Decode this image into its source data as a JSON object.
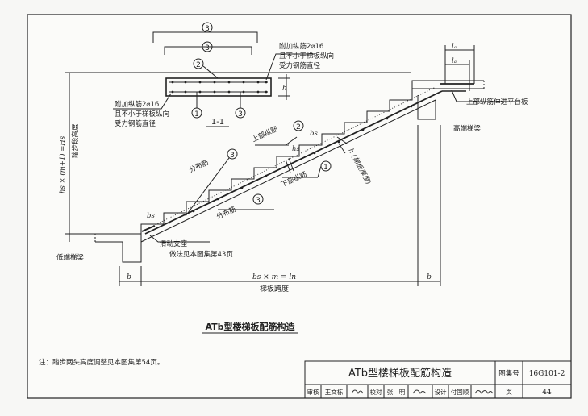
{
  "drawing": {
    "caption": "ATb型楼梯板配筋构造",
    "note": "注：踏步两头高度调整见本图集第54页。",
    "section": {
      "title": "1-1",
      "callout_1": "①",
      "callout_2": "②",
      "callout_3": "③",
      "dim_h": "h",
      "note_lines": [
        "附加纵筋2⌀16",
        "且不小于梯板纵向",
        "受力钢筋直径"
      ]
    },
    "top_note_lines": [
      "附加纵筋2⌀16",
      "且不小于梯板纵向",
      "受力钢筋直径"
    ],
    "labels": {
      "upper_rebar": "上部纵筋",
      "lower_rebar": "下部纵筋",
      "dist_rebar_1": "分布筋",
      "dist_rebar_2": "分布筋",
      "high_beam": "高端梯梁",
      "low_beam": "低端梯梁",
      "upper_extend": "上部纵筋伸进平台板",
      "slide_1": "滑动支座",
      "slide_2": "做法见本图集第43页",
      "stair_height_1": "hs × (m+1) =Hs",
      "stair_height_2": "踏步段高度",
      "thickness": "h (梯板厚度)",
      "span_formula": "bs × m = ln",
      "span": "梯板跨度",
      "dim_b": "b",
      "dim_bs": "bs",
      "dim_hs": "hs",
      "dim_la1": "lₐ",
      "dim_la2": "lₐ"
    },
    "callouts": {
      "c1": "1",
      "c2": "2",
      "c3": "3"
    }
  },
  "title_block": {
    "title": "ATb型楼梯板配筋构造",
    "atlas_label": "图集号",
    "atlas_value": "16G101-2",
    "row": {
      "review": "审核",
      "reviewer": "王文栋",
      "check": "校对",
      "checker": "张　明",
      "design": "设计",
      "designer": "付国顺",
      "page_label": "页",
      "page": "44"
    }
  }
}
